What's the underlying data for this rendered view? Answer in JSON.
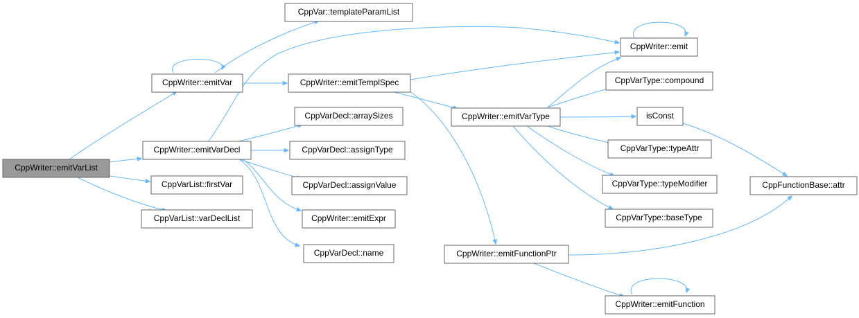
{
  "nodes": {
    "emitVarList": "CppWriter::emitVarList",
    "emitVar": "CppWriter::emitVar",
    "emitVarDecl": "CppWriter::emitVarDecl",
    "firstVar": "CppVarList::firstVar",
    "varDeclList": "CppVarList::varDeclList",
    "templateParamList": "CppVar::templateParamList",
    "emitTemplSpec": "CppWriter::emitTemplSpec",
    "arraySizes": "CppVarDecl::arraySizes",
    "assignType": "CppVarDecl::assignType",
    "assignValue": "CppVarDecl::assignValue",
    "emitExpr": "CppWriter::emitExpr",
    "name": "CppVarDecl::name",
    "emitVarType": "CppWriter::emitVarType",
    "emitFunctionPtr": "CppWriter::emitFunctionPtr",
    "emit": "CppWriter::emit",
    "compound": "CppVarType::compound",
    "isConst": "isConst",
    "typeAttr": "CppVarType::typeAttr",
    "typeModifier": "CppVarType::typeModifier",
    "baseType": "CppVarType::baseType",
    "emitFunction": "CppWriter::emitFunction",
    "attr": "CppFunctionBase::attr"
  },
  "colors": {
    "edge": "#63b8ff",
    "node_border": "#666666",
    "root_fill": "#999999"
  }
}
